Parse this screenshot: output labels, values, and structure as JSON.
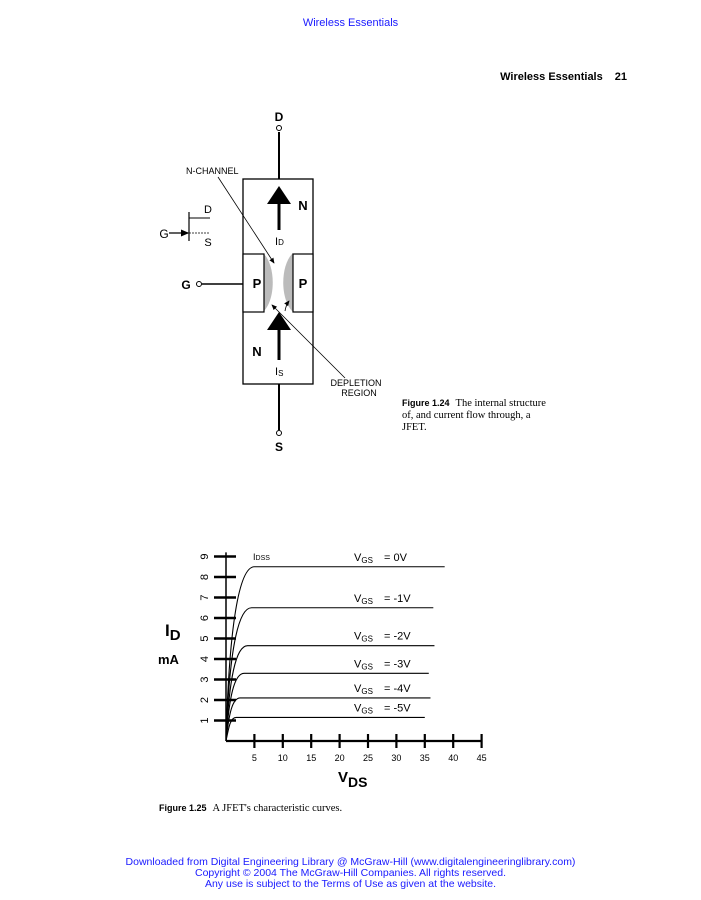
{
  "running_head": "Wireless Essentials",
  "page_header": {
    "title": "Wireless Essentials",
    "page_number": "21"
  },
  "figure_1_24": {
    "labels": {
      "drain": "D",
      "source": "S",
      "gate": "G",
      "n_top": "N",
      "n_bottom": "N",
      "p_left": "P",
      "p_right": "P",
      "id": "I",
      "id_sub": "D",
      "is": "I",
      "is_sub": "S",
      "n_channel": "N-CHANNEL",
      "depletion_1": "DEPLETION",
      "depletion_2": "REGION",
      "symbol_d": "D",
      "symbol_s": "S",
      "symbol_g": "G"
    },
    "caption_label": "Figure 1.24",
    "caption_text": "The internal structure of, and current flow through, a JFET."
  },
  "chart_data": {
    "type": "line",
    "title": "",
    "xlabel": "V",
    "xlabel_sub": "DS",
    "ylabel": "I",
    "ylabel_sub": "D",
    "ylabel_unit": "mA",
    "xlim": [
      0,
      45
    ],
    "ylim": [
      0,
      9
    ],
    "xticks": [
      "5",
      "10",
      "15",
      "20",
      "25",
      "30",
      "35",
      "40",
      "45"
    ],
    "yticks": [
      "1",
      "2",
      "3",
      "4",
      "5",
      "6",
      "7",
      "8",
      "9"
    ],
    "annotation": {
      "text": "I",
      "sub": "DSS"
    },
    "series": [
      {
        "name": "VGS = 0V",
        "label_v": "V",
        "label_sub": "GS",
        "label_val": "=  0V",
        "saturation": 8.5,
        "knee": 5,
        "end": 38.5
      },
      {
        "name": "VGS = -1V",
        "label_v": "V",
        "label_sub": "GS",
        "label_val": "= -1V",
        "saturation": 6.5,
        "knee": 4.5,
        "end": 36.5
      },
      {
        "name": "VGS = -2V",
        "label_v": "V",
        "label_sub": "GS",
        "label_val": "= -2V",
        "saturation": 4.65,
        "knee": 3.8,
        "end": 36.7
      },
      {
        "name": "VGS = -3V",
        "label_v": "V",
        "label_sub": "GS",
        "label_val": "= -3V",
        "saturation": 3.3,
        "knee": 3.2,
        "end": 35.7
      },
      {
        "name": "VGS = -4V",
        "label_v": "V",
        "label_sub": "GS",
        "label_val": "= -4V",
        "saturation": 2.1,
        "knee": 2.5,
        "end": 36
      },
      {
        "name": "VGS = -5V",
        "label_v": "V",
        "label_sub": "GS",
        "label_val": "= -5V",
        "saturation": 1.15,
        "knee": 1.8,
        "end": 35
      }
    ]
  },
  "figure_1_25": {
    "caption_label": "Figure 1.25",
    "caption_text": "A JFET's characteristic curves."
  },
  "footer": [
    "Downloaded from Digital Engineering Library @ McGraw-Hill (www.digitalengineeringlibrary.com)",
    "Copyright © 2004 The McGraw-Hill Companies. All rights reserved.",
    "Any use is subject to the Terms of Use as given at the website."
  ]
}
